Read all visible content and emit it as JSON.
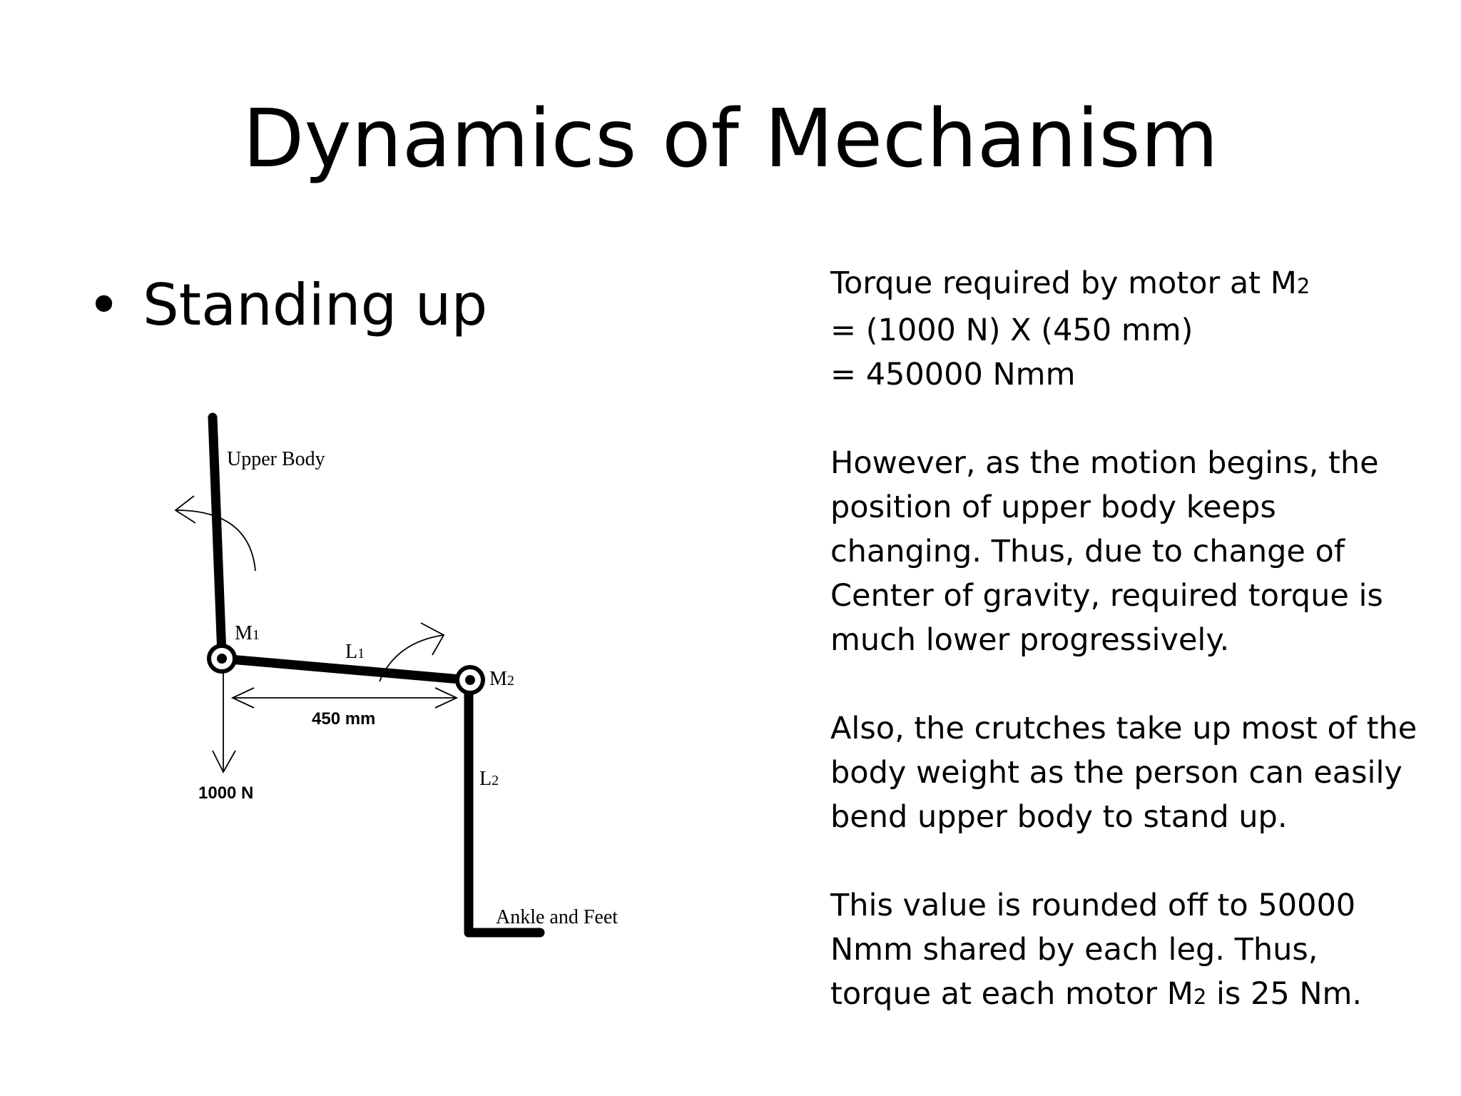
{
  "title": "Dynamics of Mechanism",
  "bullet": {
    "symbol": "•",
    "text": "Standing up"
  },
  "diagram": {
    "labels": {
      "upper_body": "Upper Body",
      "m1": "M",
      "m1_sub": "1",
      "l1": "L",
      "l1_sub": "1",
      "m2": "M",
      "m2_sub": "2",
      "l2": "L",
      "l2_sub": "2",
      "distance": "450 mm",
      "force": "1000 N",
      "ankle": "Ankle and Feet"
    }
  },
  "text_blocks": {
    "torque": {
      "l1_pre": "Torque required by motor at M",
      "l1_sub": "2",
      "l2": "= (1000 N) X (450 mm)",
      "l3": "= 450000 Nmm"
    },
    "however": {
      "l1": "However, as the motion begins, the",
      "l2": "position of upper body keeps",
      "l3": "changing. Thus, due to change of",
      "l4": "Center of gravity, required torque is",
      "l5": "much lower progressively."
    },
    "also": {
      "l1": "Also, the crutches take up most of the",
      "l2": "body weight as the person can easily",
      "l3": "bend upper body to stand up."
    },
    "value": {
      "l1": "This value is rounded off to 50000",
      "l2": "Nmm shared by each leg. Thus,",
      "l3_pre": "torque at each motor M",
      "l3_sub": "2",
      "l3_post": " is 25 Nm."
    }
  },
  "colors": {
    "background": "#ffffff",
    "text": "#000000"
  }
}
